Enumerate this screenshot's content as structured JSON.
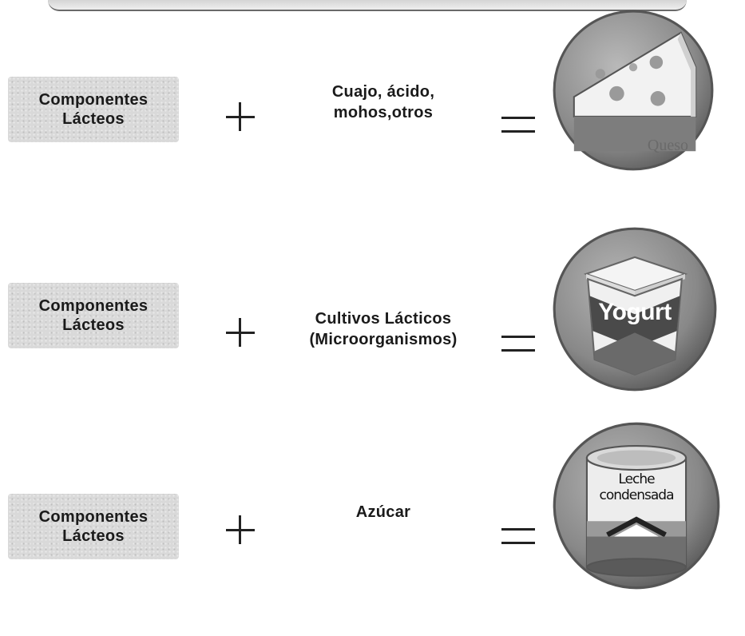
{
  "rows": [
    {
      "component": [
        "Componentes",
        "Lácteos"
      ],
      "ingredient": [
        "Cuajo, ácido,",
        "mohos,otros"
      ],
      "product": [
        "Queso"
      ],
      "icon": "cheese-icon"
    },
    {
      "component": [
        "Componentes",
        "Lácteos"
      ],
      "ingredient": [
        "Cultivos Lácticos",
        "(Microorganismos)"
      ],
      "product": [
        "Yogurt"
      ],
      "icon": "yogurt-cup-icon"
    },
    {
      "component": [
        "Componentes",
        "Lácteos"
      ],
      "ingredient": [
        "Azúcar"
      ],
      "product": [
        "Leche",
        "condensada"
      ],
      "icon": "condensed-milk-can-icon"
    }
  ],
  "colors": {
    "box_fill": "#d9d9d9",
    "circle_fill": "#8f8f8f",
    "stroke": "#222222"
  }
}
